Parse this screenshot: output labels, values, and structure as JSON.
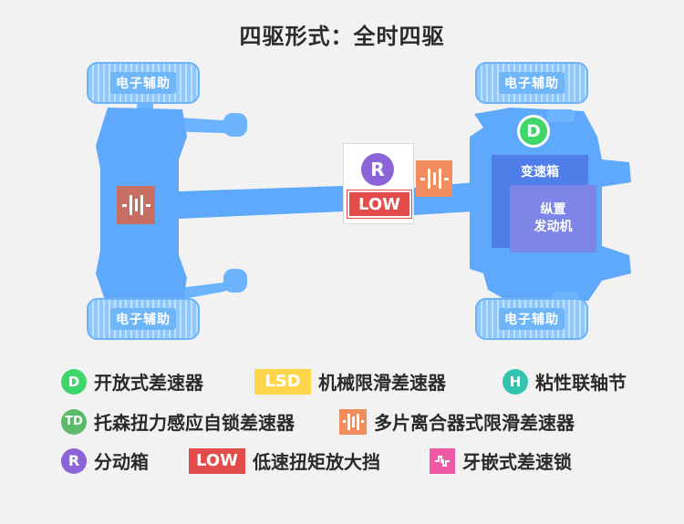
{
  "title": "四驱形式：全时四驱",
  "diagram": {
    "wheels": {
      "front_left": "电子辅助",
      "front_right": "电子辅助",
      "rear_left": "电子辅助",
      "rear_right": "电子辅助"
    },
    "transfer_case": {
      "r_icon": "R",
      "low_label": "LOW"
    },
    "open_diff_icon": "D",
    "gearbox_label": "变速箱",
    "engine_label_line1": "纵置",
    "engine_label_line2": "发动机"
  },
  "legend": {
    "open_diff": {
      "icon": "D",
      "label": "开放式差速器"
    },
    "lsd": {
      "icon": "LSD",
      "label": "机械限滑差速器"
    },
    "viscous": {
      "icon": "H",
      "label": "粘性联轴节"
    },
    "torsen": {
      "icon": "TD",
      "label": "托森扭力感应自锁差速器"
    },
    "multiplate": {
      "label": "多片离合器式限滑差速器"
    },
    "transfer": {
      "icon": "R",
      "label": "分动箱"
    },
    "low_range": {
      "icon": "LOW",
      "label": "低速扭矩放大挡"
    },
    "dog_clutch": {
      "label": "牙嵌式差速锁"
    }
  },
  "colors": {
    "chassis": "#5ea9fb",
    "wheel": "#8ec8ff",
    "open_diff": "#3fd669",
    "lsd": "#ffd64a",
    "viscous": "#33c4b0",
    "torsen": "#5cba6a",
    "multiplate": "#f08c5d",
    "rear_clutch": "#c86f63",
    "transfer": "#8b64d8",
    "low": "#e24d4b",
    "dog_clutch": "#ee5aa5",
    "gearbox": "#4f7ee9",
    "engine": "#7d86e6"
  }
}
